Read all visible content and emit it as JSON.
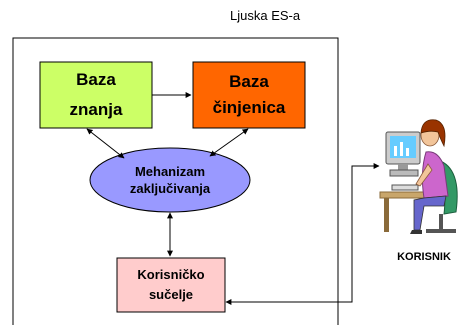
{
  "shell": {
    "label": "Ljuska ES-a"
  },
  "knowledge_base": {
    "line1": "Baza",
    "line2": "znanja",
    "color": "#ccff66"
  },
  "facts_base": {
    "line1": "Baza",
    "line2": "činjenica",
    "color": "#ff6600"
  },
  "inference_engine": {
    "line1": "Mehanizam",
    "line2": "zaključivanja",
    "color": "#9999ff"
  },
  "user_interface": {
    "line1": "Korisničko",
    "line2": "sučelje",
    "color": "#ffcccc"
  },
  "user": {
    "label": "KORISNIK",
    "icon": "person-at-computer-icon"
  }
}
